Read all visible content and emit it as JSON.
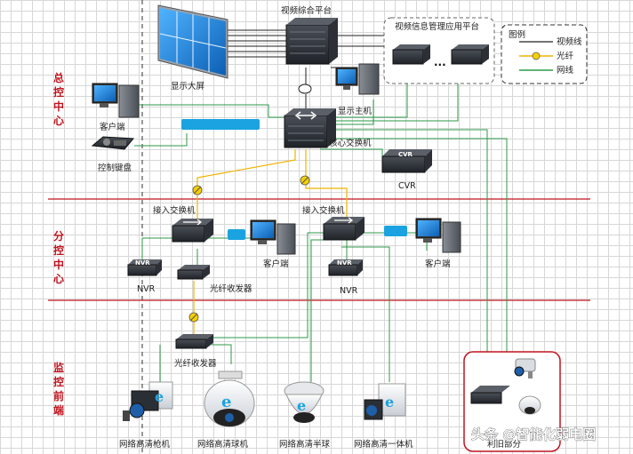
{
  "zones": {
    "top": [
      "总",
      "控",
      "中",
      "心"
    ],
    "mid": [
      "分",
      "控",
      "中",
      "心"
    ],
    "bottom": [
      "监",
      "控",
      "前",
      "端"
    ]
  },
  "labels": {
    "video_platform": "视频综合平台",
    "info_platform": "视频信息管理应用平台",
    "display_wall": "显示大屏",
    "display_host": "显示主机",
    "client_top": "客户端",
    "control_keyboard": "控制键盘",
    "core_switch": "核心交换机",
    "cvr": "CVR",
    "access_switch_left": "接入交换机",
    "access_switch_right": "接入交换机",
    "client_left": "客户端",
    "client_right": "客户端",
    "nvr_left": "NVR",
    "nvr_right": "NVR",
    "fiber_transceiver_mid": "光纤收发器",
    "fiber_transceiver_bottom": "光纤收发器",
    "cam_bullet": "网络高清枪机",
    "cam_dome": "网络高清球机",
    "cam_halfdome": "网络高清半球",
    "cam_integrated": "网络高清一体机",
    "other_part": "利旧部分"
  },
  "device_text": {
    "cvr_box": "CVR",
    "nvr_box": "NVR",
    "ellipsis": "..."
  },
  "legend": {
    "title": "图例",
    "items": [
      {
        "label": "视频线",
        "color": "#222222"
      },
      {
        "label": "光纤",
        "color": "#f0b400"
      },
      {
        "label": "网线",
        "color": "#2e9a4a"
      }
    ]
  },
  "watermark": "头条 @智能化弱电圈",
  "colors": {
    "zone_line": "#c0141e",
    "fiber": "#f0b400",
    "network": "#2e9a4a",
    "video": "#222222",
    "vlink": "#1aa3e0"
  }
}
